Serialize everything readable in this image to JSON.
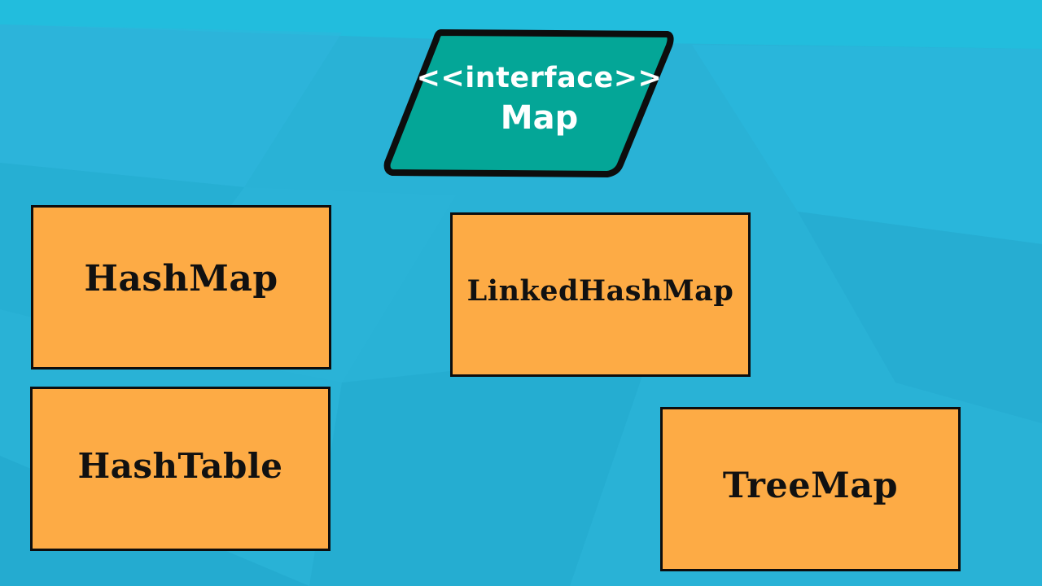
{
  "diagram": {
    "interface": {
      "stereotype": "<<interface>>",
      "name": "Map",
      "fill_color": "#04a697"
    },
    "classes": [
      {
        "name": "HashMap"
      },
      {
        "name": "LinkedHashMap"
      },
      {
        "name": "HashTable"
      },
      {
        "name": "TreeMap"
      }
    ],
    "colors": {
      "background": "#29b2d6",
      "class_fill": "#fdab45",
      "outline": "#0d0d0d"
    }
  }
}
